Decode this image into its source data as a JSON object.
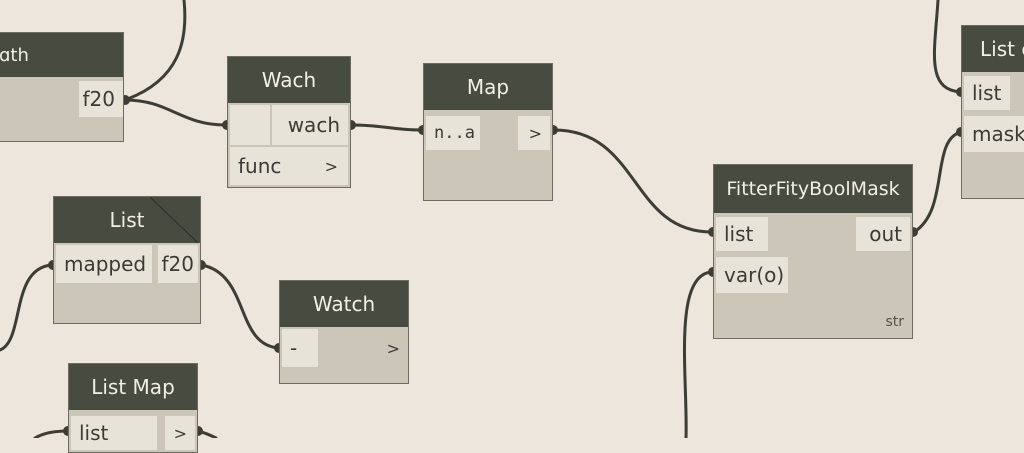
{
  "nodes": {
    "path": {
      "title": "ɑth",
      "out_label": "f20"
    },
    "wach": {
      "title": "Wach",
      "in_label": "wach",
      "func_label": "func",
      "func_out": ">"
    },
    "map": {
      "title": "Map",
      "in_label": "n..a",
      "out_label": ">"
    },
    "list": {
      "title": "List",
      "in_label": "mapped",
      "out_label": "f20"
    },
    "watch": {
      "title": "Watch",
      "in_label": "-",
      "out_label": ">"
    },
    "filter": {
      "title": "FitterFityBoolMask",
      "in_list": "list",
      "in_var": "var(o)",
      "out_label": "out",
      "type_label": "str"
    },
    "list_map": {
      "title": "List Map",
      "in_label": "list",
      "out_label": ">"
    },
    "list_c": {
      "title": "List c",
      "in_list": "list",
      "in_mask": "mask"
    }
  },
  "colors": {
    "background": "#ece6dc",
    "header": "#474b40",
    "body": "#cbc6b8",
    "port": "#e8e3d8",
    "wire": "#3d3d36"
  }
}
